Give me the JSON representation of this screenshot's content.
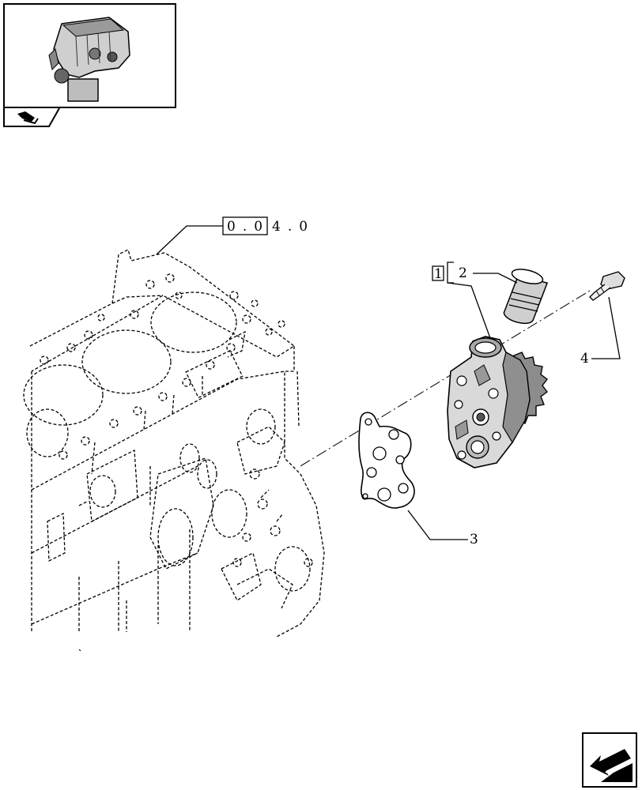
{
  "thumbnail": {
    "icon": "engine-thumbnail-icon",
    "tab_icon": "book-pages-icon"
  },
  "reference": {
    "boxed": "0.0",
    "rest": "4.0"
  },
  "group_marker": {
    "label": "1"
  },
  "callouts": {
    "c2": "2",
    "c3": "3",
    "c4": "4"
  },
  "nav": {
    "icon": "arrow-next-icon"
  }
}
